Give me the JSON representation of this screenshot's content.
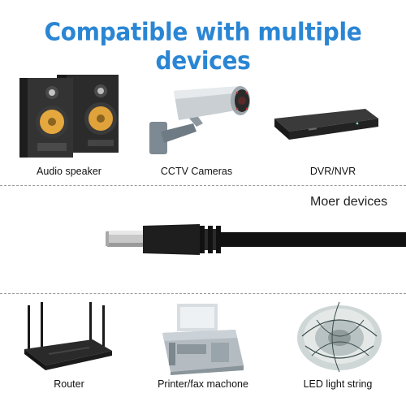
{
  "title": "Compatible with multiple devices",
  "top_row": [
    {
      "label": "Audio speaker",
      "icon": "speaker-icon"
    },
    {
      "label": "CCTV Cameras",
      "icon": "cctv-camera-icon"
    },
    {
      "label": "DVR/NVR",
      "icon": "dvr-icon"
    }
  ],
  "middle": {
    "label": "Moer devices",
    "icon": "dc-plug-cable-icon"
  },
  "bottom_row": [
    {
      "label": "Router",
      "icon": "router-icon"
    },
    {
      "label": "Printer/fax machone",
      "icon": "fax-machine-icon"
    },
    {
      "label": "LED light string",
      "icon": "led-light-string-icon"
    }
  ],
  "colors": {
    "title": "#2a86d4",
    "divider": "#9a9a9a"
  }
}
